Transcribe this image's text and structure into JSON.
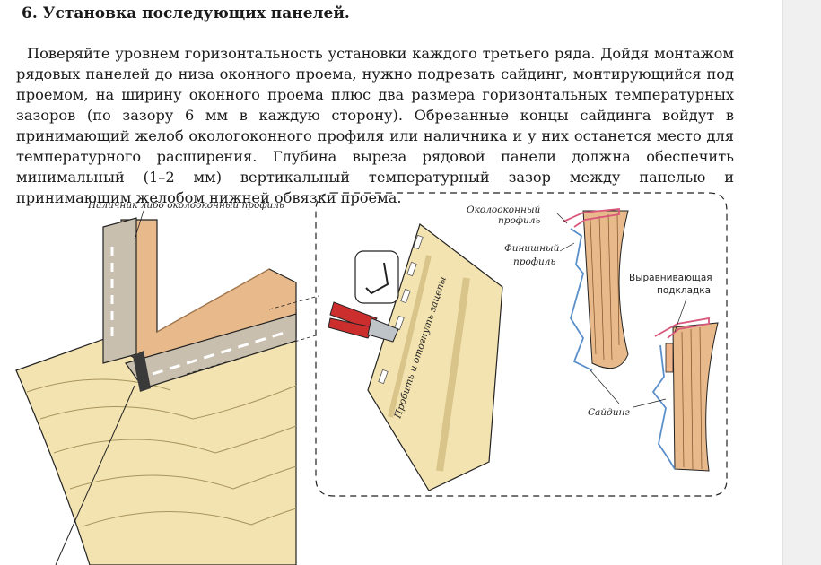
{
  "heading": "6. Установка последующих панелей.",
  "paragraph": "Поверяйте уровнем горизонтальность установки каждого третьего ряда. Дойдя монтажом рядовых панелей до низа оконного проема, нужно подрезать сайдинг, монтирующийся под проемом, на ширину оконного проема плюс два размера горизонтальных температурных зазоров (по зазору 6 мм в каждую сторону). Обрезанные концы сайдинга войдут в принимающий желоб окологоконного профиля или наличника и у них останется место для температурного расширения. Глубина выреза рядовой панели должна обеспечить минимальный (1–2 мм) вертикальный температурный зазор между панелью и принимающим желобом нижней обвязки проема.",
  "figure": {
    "label_casing": "Наличник либо околооконный профиль",
    "label_punch": "Пробить и отогнуть зацепы",
    "label_window_profile_1": "Околооконный",
    "label_window_profile_2": "профиль",
    "label_finish_profile_1": "Финишный",
    "label_finish_profile_2": "профиль",
    "label_shim_1": "Выравнивающая",
    "label_shim_2": "подкладка",
    "label_siding": "Сайдинг"
  },
  "colors": {
    "siding": "#f3e3b0",
    "siding_shadow": "#d9c48a",
    "wood": "#e8b98a",
    "profile": "#c9bfae",
    "accent_pink": "#d9577a",
    "accent_blue": "#5a8fc9"
  }
}
